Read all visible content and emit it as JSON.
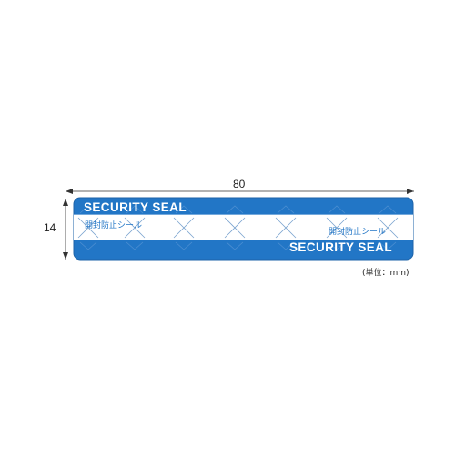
{
  "dimensions": {
    "width_label": "80",
    "height_label": "14",
    "unit_label": "(単位：mm)"
  },
  "seal": {
    "title_top": "SECURITY SEAL",
    "title_bottom": "SECURITY SEAL",
    "jp_left": "開封防止シール",
    "jp_right": "開封防止シール",
    "colors": {
      "band": "#2276c6",
      "border": "#1d63a8",
      "inner": "#ffffff",
      "marks": "#7aa3cf"
    }
  }
}
